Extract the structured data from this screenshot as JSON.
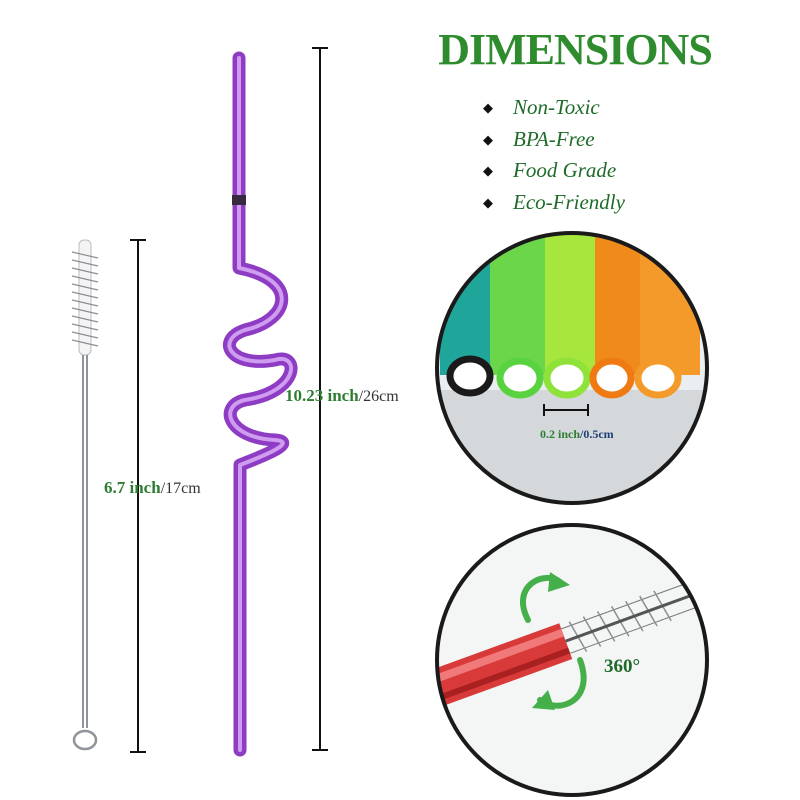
{
  "title": "DIMENSIONS",
  "features": [
    "Non-Toxic",
    "BPA-Free",
    "Food Grade",
    "Eco-Friendly"
  ],
  "straw_length": {
    "imperial": "10.23 inch",
    "metric": "/26cm"
  },
  "brush_length": {
    "imperial": "6.7 inch",
    "metric": "/17cm"
  },
  "diameter": {
    "imperial": "0.2 inch",
    "metric": "/0.5cm"
  },
  "rotation_label": "360°",
  "icons": {
    "feature_bullet": "diamond-bullet-icon",
    "rotate": "rotate-arrow-icon"
  },
  "colors": {
    "title": "#2e8b2e",
    "feature_text": "#1f6b2a",
    "measure_text": "#2e7d32",
    "straw": "#a64fd6",
    "brush_handle": "#9aa0a6",
    "circle_border": "#1a1a1a"
  },
  "straw_colors": [
    "#1fa59a",
    "#6bd64a",
    "#a7e63c",
    "#f08a1a",
    "#f49a2a"
  ]
}
